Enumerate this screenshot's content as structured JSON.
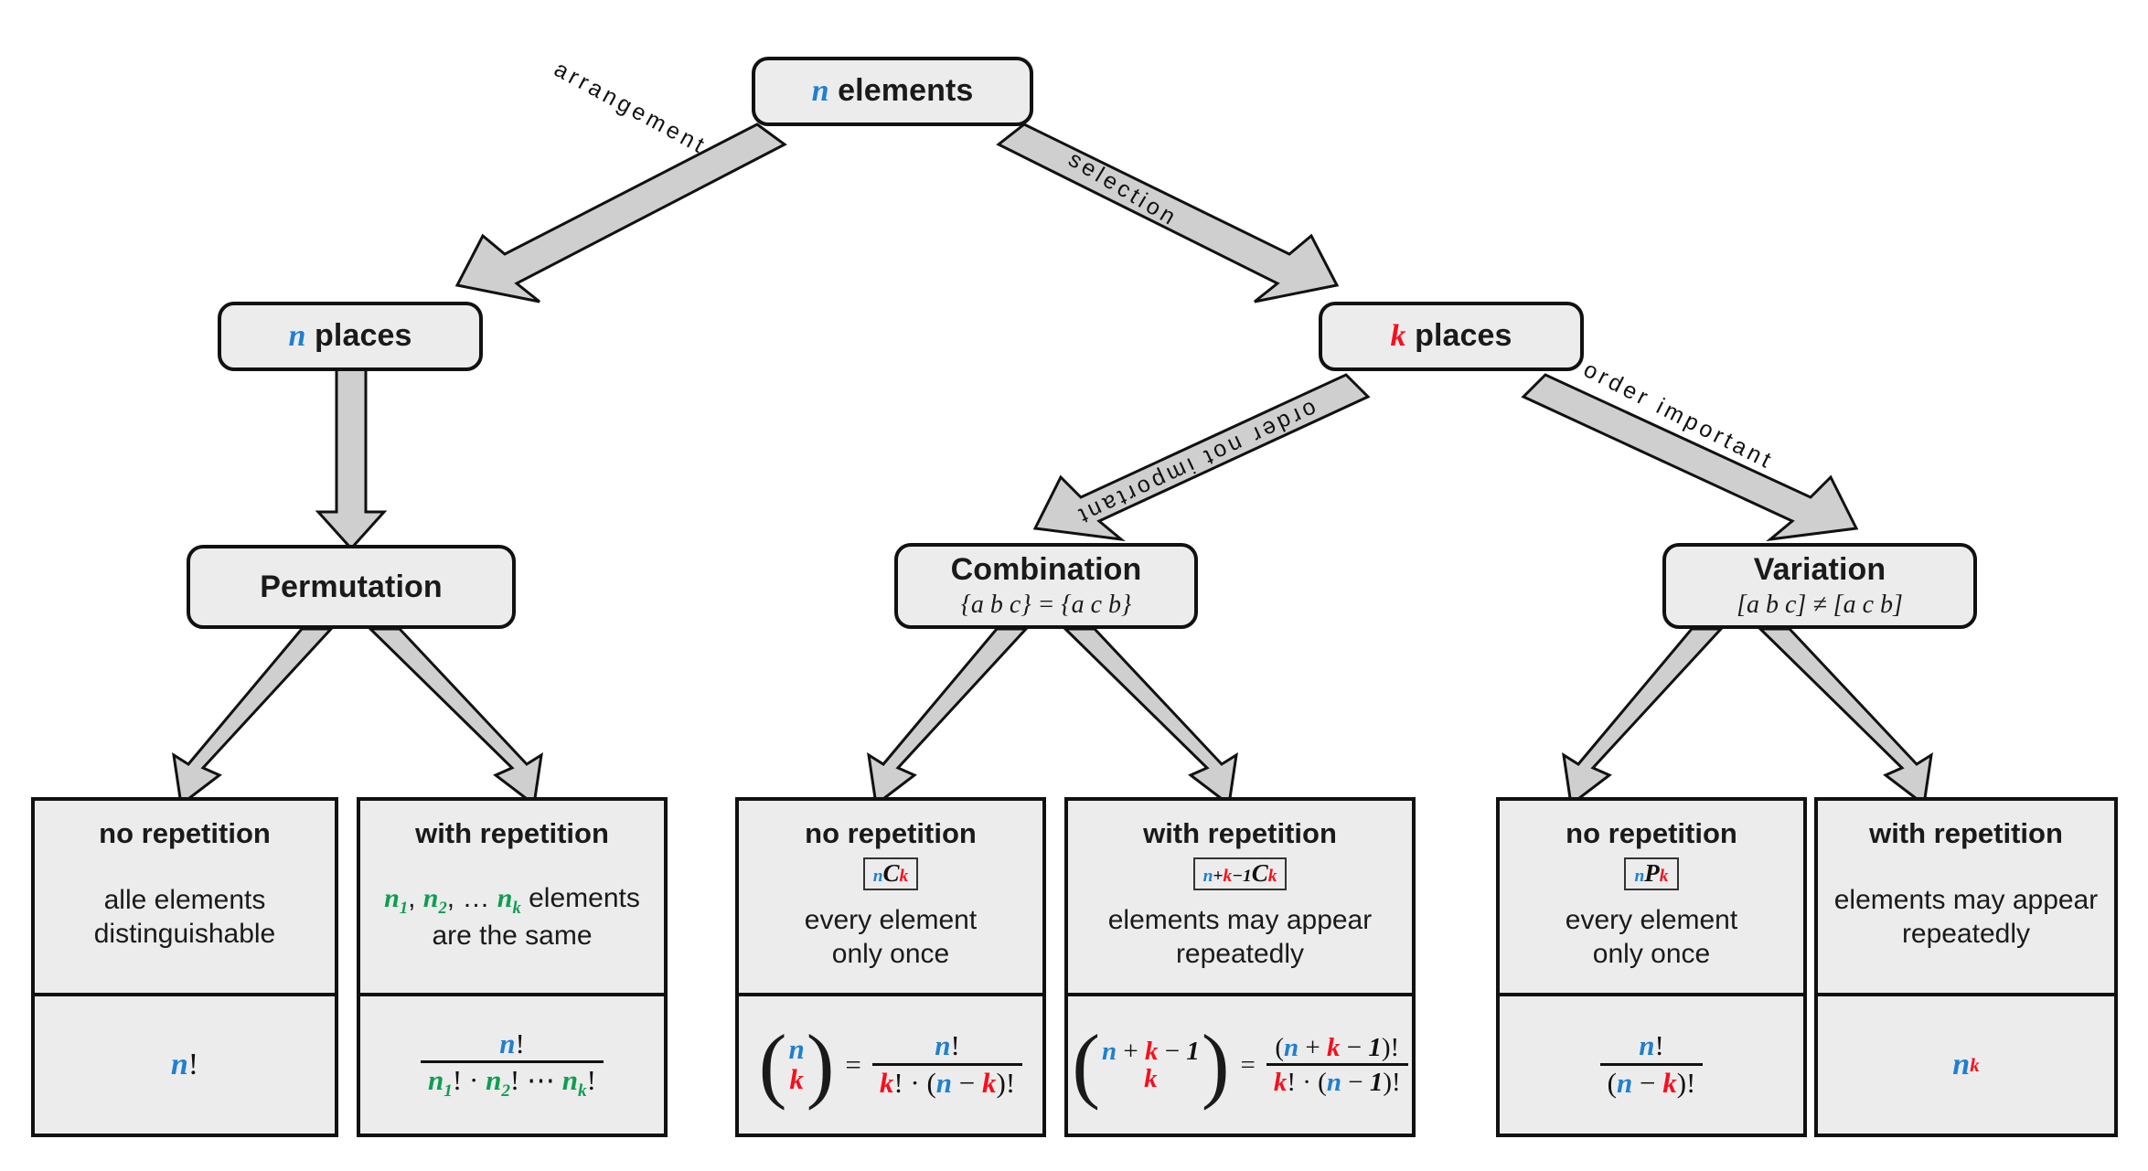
{
  "diagram": {
    "title": "Combinatorics decision tree",
    "colors": {
      "n_accent": "#1f7fd0",
      "k_accent": "#fc0d1b",
      "ni_accent": "#189d55",
      "node_fill": "#ececec",
      "node_stroke": "#111111",
      "arrow_fill": "#cfcfcf",
      "background": "#ffffff"
    }
  },
  "nodes": {
    "root": {
      "var": "n",
      "label": "elements"
    },
    "n_places": {
      "var": "n",
      "label": "places"
    },
    "k_places": {
      "var": "k",
      "label": "places"
    },
    "permutation": {
      "title": "Permutation",
      "example": ""
    },
    "combination": {
      "title": "Combination",
      "example": "{a b c} = {a c b}"
    },
    "variation": {
      "title": "Variation",
      "example": "[a b c] ≠ [a c b]"
    }
  },
  "edges": [
    {
      "id": "root-to-n-places",
      "label": "arrangement"
    },
    {
      "id": "root-to-k-places",
      "label": "selection"
    },
    {
      "id": "n-places-to-permutation",
      "label": ""
    },
    {
      "id": "k-places-to-combination",
      "label": "order not important"
    },
    {
      "id": "k-places-to-variation",
      "label": "order important"
    },
    {
      "id": "permutation-to-no-repetition",
      "label": ""
    },
    {
      "id": "permutation-to-with-repetition",
      "label": ""
    },
    {
      "id": "combination-to-no-repetition",
      "label": ""
    },
    {
      "id": "combination-to-with-repetition",
      "label": ""
    },
    {
      "id": "variation-to-no-repetition",
      "label": ""
    },
    {
      "id": "variation-to-with-repetition",
      "label": ""
    }
  ],
  "leaves": [
    {
      "id": "permutation-no-repetition",
      "group": "Permutation",
      "header": "no repetition",
      "badge": "",
      "description": "alle elements\ndistinguishable",
      "formula_text": "n!"
    },
    {
      "id": "permutation-with-repetition",
      "group": "Permutation",
      "header": "with repetition",
      "badge": "",
      "description_prefix": "n₁, n₂, … n_k",
      "description": "elements\nare the same",
      "formula_text": "n! / (n₁! · n₂! ⋯ n_k!)"
    },
    {
      "id": "combination-no-repetition",
      "group": "Combination",
      "header": "no repetition",
      "badge": "nCk",
      "description": "every element\nonly once",
      "formula_text": "(n over k) = n! / (k! · (n − k)!)"
    },
    {
      "id": "combination-with-repetition",
      "group": "Combination",
      "header": "with repetition",
      "badge": "n+k−1Ck",
      "description": "elements may appear\nrepeatedly",
      "formula_text": "(n + k − 1 over k) = (n + k − 1)! / (k! · (n − 1)!)"
    },
    {
      "id": "variation-no-repetition",
      "group": "Variation",
      "header": "no repetition",
      "badge": "nPk",
      "description": "every element\nonly once",
      "formula_text": "n! / (n − k)!"
    },
    {
      "id": "variation-with-repetition",
      "group": "Variation",
      "header": "with repetition",
      "badge": "",
      "description": "elements may appear\nrepeatedly",
      "formula_text": "n^k"
    }
  ],
  "text": {
    "no_repetition": "no repetition",
    "with_repetition": "with repetition",
    "alle_elements": "alle elements",
    "distinguishable": "distinguishable",
    "elements_word": "elements",
    "are_the_same": "are the same",
    "every_element": "every element",
    "only_once": "only once",
    "elements_may_appear": "elements may appear",
    "repeatedly": "repeatedly",
    "arrangement": "arrangement",
    "selection": "selection",
    "order_not_important": "order not important",
    "order_important": "order important"
  }
}
